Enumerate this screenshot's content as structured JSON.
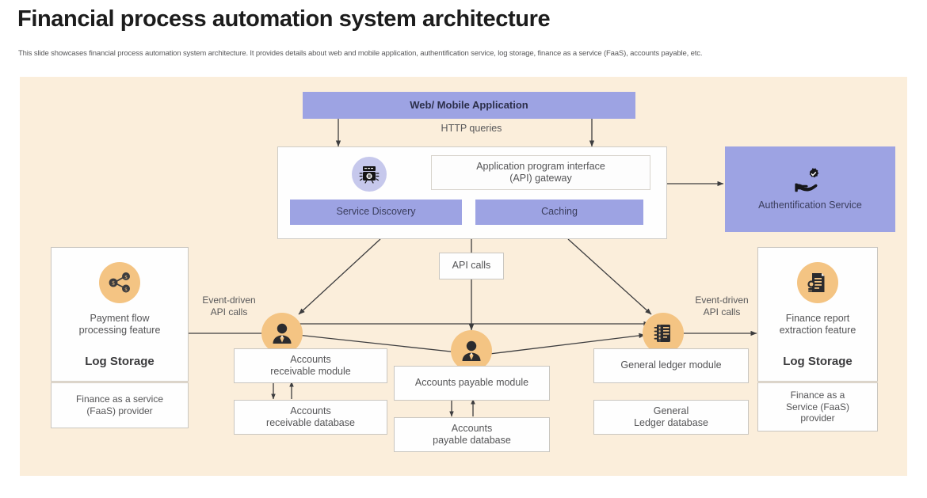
{
  "page": {
    "title": "Financial process automation system architecture",
    "subtitle": "This slide showcases financial process automation system architecture. It provides details about web and mobile application, authentification service, log storage, finance as a service (FaaS), accounts payable, etc."
  },
  "colors": {
    "panel_background": "#fbeedb",
    "accent_purple": "#9da3e3",
    "accent_orange": "#f4c483",
    "accent_lavender": "#c6c8ec",
    "box_white": "#fefefe",
    "border_grey": "#c9c6c0",
    "text_grey": "#58585a",
    "title_black": "#1c1c1c"
  },
  "diagram": {
    "type": "architecture",
    "top": {
      "web_mobile_application": "Web/ Mobile Application",
      "http_queries_label": "HTTP queries"
    },
    "gateway": {
      "api_gateway": "Application program interface (API) gateway",
      "api_gateway_line1": "Application program interface",
      "api_gateway_line2": "(API) gateway",
      "service_discovery": "Service Discovery",
      "caching": "Caching",
      "icon": "api-gateway-icon"
    },
    "auth": {
      "label": "Authentification Service",
      "icon": "hand-gear-check-icon"
    },
    "center": {
      "api_calls_label": "API calls"
    },
    "left_panel": {
      "feature_line1": "Payment flow",
      "feature_line2": "processing feature",
      "log_storage": "Log Storage",
      "provider_line1": "Finance as a service",
      "provider_line2": "(FaaS) provider",
      "icon": "payment-flow-network-icon",
      "edge_label_line1": "Event-driven",
      "edge_label_line2": "API calls"
    },
    "right_panel": {
      "feature_line1": "Finance report",
      "feature_line2": "extraction feature",
      "log_storage": "Log Storage",
      "provider_line1": "Finance as a",
      "provider_line2": "Service (FaaS)",
      "provider_line3": "provider",
      "icon": "finance-report-document-icon",
      "edge_label_line1": "Event-driven",
      "edge_label_line2": "API calls"
    },
    "modules": [
      {
        "id": "accounts-receivable",
        "module_line1": "Accounts",
        "module_line2": "receivable module",
        "database_line1": "Accounts",
        "database_line2": "receivable database",
        "icon": "user-avatar-icon"
      },
      {
        "id": "accounts-payable",
        "module_line1": "Accounts payable module",
        "module_line2": "",
        "database_line1": "Accounts",
        "database_line2": "payable database",
        "icon": "user-avatar-icon"
      },
      {
        "id": "general-ledger",
        "module_line1": "General ledger module",
        "module_line2": "",
        "database_line1": "General",
        "database_line2": "Ledger database",
        "icon": "ledger-chip-icon"
      }
    ]
  }
}
